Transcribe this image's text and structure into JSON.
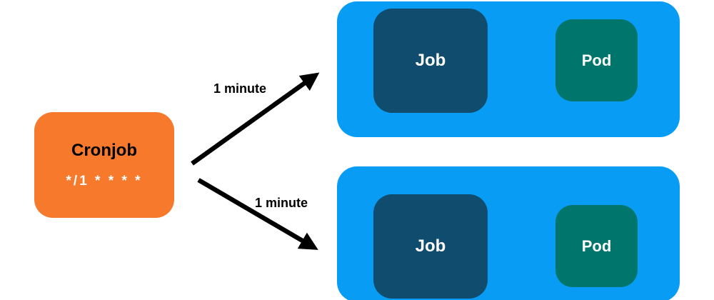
{
  "cronjob": {
    "label": "Cronjob",
    "schedule": "*/1 * * * *"
  },
  "edges": {
    "top_label": "1 minute",
    "bottom_label": "1 minute"
  },
  "runs": [
    {
      "job_label": "Job",
      "pod_label": "Pod"
    },
    {
      "job_label": "Job",
      "pod_label": "Pod"
    }
  ],
  "colors": {
    "canvas_bg": "#FFFFFF",
    "cronjob_bg": "#F7792B",
    "cronjob_label_text": "#000000",
    "cronjob_schedule_text": "#FFFFFF",
    "group_bg": "#099CF5",
    "job_bg": "#0F4C6E",
    "pod_bg": "#00756B",
    "node_text": "#FFFFFF",
    "arrow": "#000000",
    "edge_label_text": "#000000"
  }
}
